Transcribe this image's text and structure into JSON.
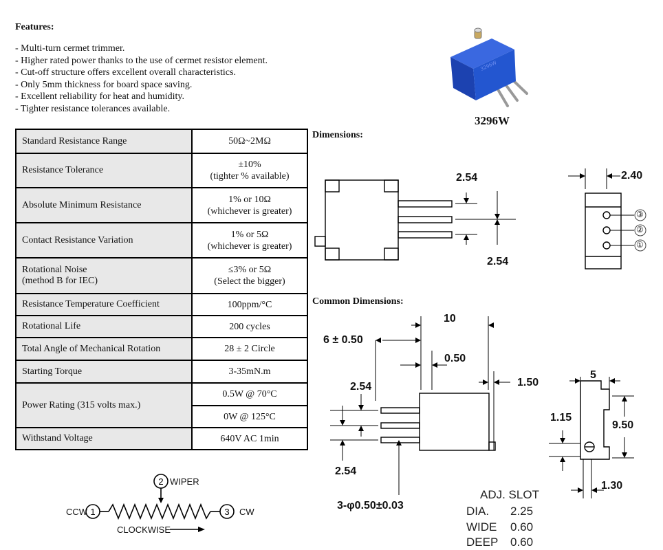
{
  "features": {
    "title": "Features:",
    "items": [
      "Multi-turn cermet trimmer.",
      "Higher rated power thanks to the use of cermet resistor element.",
      "Cut-off structure offers excellent overall characteristics.",
      "Only 5mm thickness for board space saving.",
      "Excellent reliability for heat and humidity.",
      "Tighter resistance tolerances available."
    ]
  },
  "part": {
    "name": "3296W",
    "body_color": "#1e4fc8",
    "pin_color": "#c8c8c8"
  },
  "specs": [
    {
      "name": "Standard Resistance Range",
      "value": [
        "50Ω~2MΩ"
      ]
    },
    {
      "name": "Resistance Tolerance",
      "value": [
        "±10%",
        "(tighter % available)"
      ]
    },
    {
      "name": "Absolute Minimum Resistance",
      "value": [
        "1% or 10Ω",
        "(whichever is greater)"
      ]
    },
    {
      "name": "Contact Resistance Variation",
      "value": [
        "1% or 5Ω",
        "(whichever is greater)"
      ]
    },
    {
      "name": [
        "Rotational Noise",
        "(method B for IEC)"
      ],
      "value": [
        "≤3% or 5Ω",
        "(Select the bigger)"
      ]
    },
    {
      "name": "Resistance Temperature Coefficient",
      "value": [
        "100ppm/°C"
      ]
    },
    {
      "name": "Rotational Life",
      "value": [
        "200 cycles"
      ]
    },
    {
      "name": "Total Angle of Mechanical Rotation",
      "value": [
        "28 ± 2 Circle"
      ]
    },
    {
      "name": "Starting Torque",
      "value": [
        "3-35mN.m"
      ]
    },
    {
      "name": "Power Rating  (315 volts max.)",
      "value": [
        "0.5W @ 70°C"
      ],
      "value2": [
        "0W @ 125°C"
      ]
    },
    {
      "name": "Withstand Voltage",
      "value": [
        "640V AC 1min"
      ]
    }
  ],
  "dimensions": {
    "title": "Dimensions:",
    "pitch_top": "2.54",
    "pitch_bottom": "2.54",
    "width": "2.40",
    "pins": [
      "③",
      "②",
      "①"
    ]
  },
  "common": {
    "title": "Common Dimensions:",
    "len": "10",
    "pin_len": "6 ± 0.50",
    "offset": "0.50",
    "side": "1.50",
    "pitch_top": "2.54",
    "pitch_bottom": "2.54",
    "pin_dia": "3-φ0.50±0.03",
    "thickness": "5",
    "adj_pos": "1.15",
    "height": "9.50",
    "bottom": "1.30"
  },
  "slot": {
    "title": "ADJ.  SLOT",
    "rows": [
      {
        "label": "DIA.",
        "value": "2.25"
      },
      {
        "label": "WIDE",
        "value": "0.60"
      },
      {
        "label": "DEEP",
        "value": "0.60"
      }
    ]
  },
  "schematic": {
    "wiper": "WIPER",
    "ccw": "CCW",
    "cw": "CW",
    "direction": "CLOCKWISE",
    "n1": "1",
    "n2": "2",
    "n3": "3"
  }
}
